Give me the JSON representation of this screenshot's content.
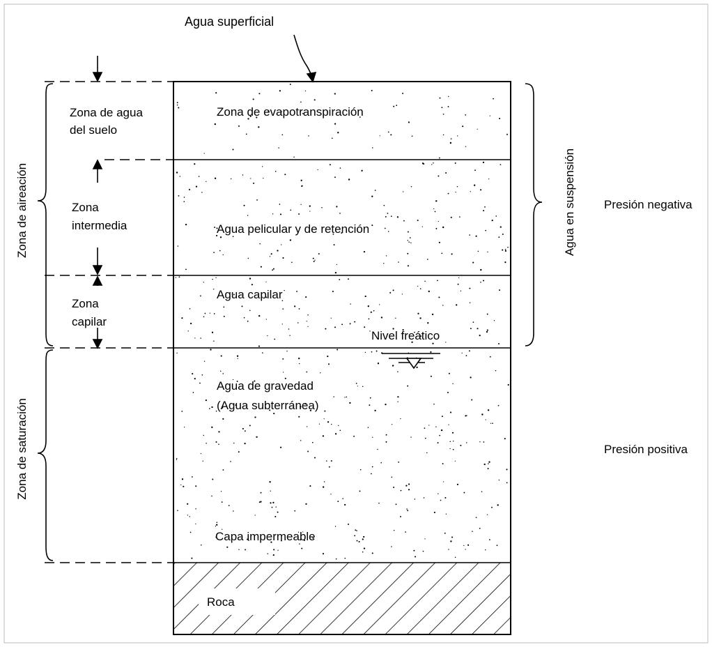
{
  "labels": {
    "surface_water": "Agua superficial",
    "zone_soil_water_line1": "Zona de agua",
    "zone_soil_water_line2": "del suelo",
    "zone_intermediate_line1": "Zona",
    "zone_intermediate_line2": "intermedia",
    "zone_capillary_line1": "Zona",
    "zone_capillary_line2": "capilar",
    "evapotranspiration_zone": "Zona de evapotranspiración",
    "pellicular_retention_water": "Agua pelicular y de retención",
    "capillary_water": "Agua capilar",
    "water_table": "Nivel freático",
    "gravity_water_line1": "Agua de gravedad",
    "gravity_water_line2": "(Agua subterránea)",
    "impermeable_layer": "Capa impermeable",
    "rock": "Roca",
    "aeration_zone": "Zona de aireación",
    "saturation_zone": "Zona de saturación",
    "suspended_water": "Agua en suspensión",
    "negative_pressure": "Presión negativa",
    "positive_pressure": "Presión positiva"
  },
  "colors": {
    "ink": "#000000",
    "background": "#ffffff",
    "frame": "#bbbbbb"
  }
}
